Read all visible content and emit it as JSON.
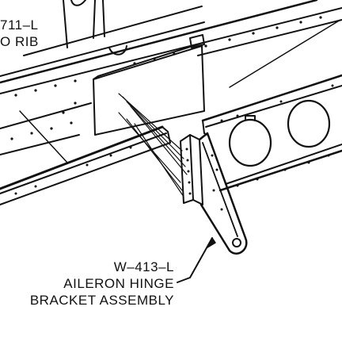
{
  "labels": {
    "part_top_line1": "711–L",
    "part_top_line2": "O RIB",
    "part_bottom_line1": "W–413–L",
    "part_bottom_line2": "AILERON HINGE",
    "part_bottom_line3": "BRACKET ASSEMBLY"
  }
}
